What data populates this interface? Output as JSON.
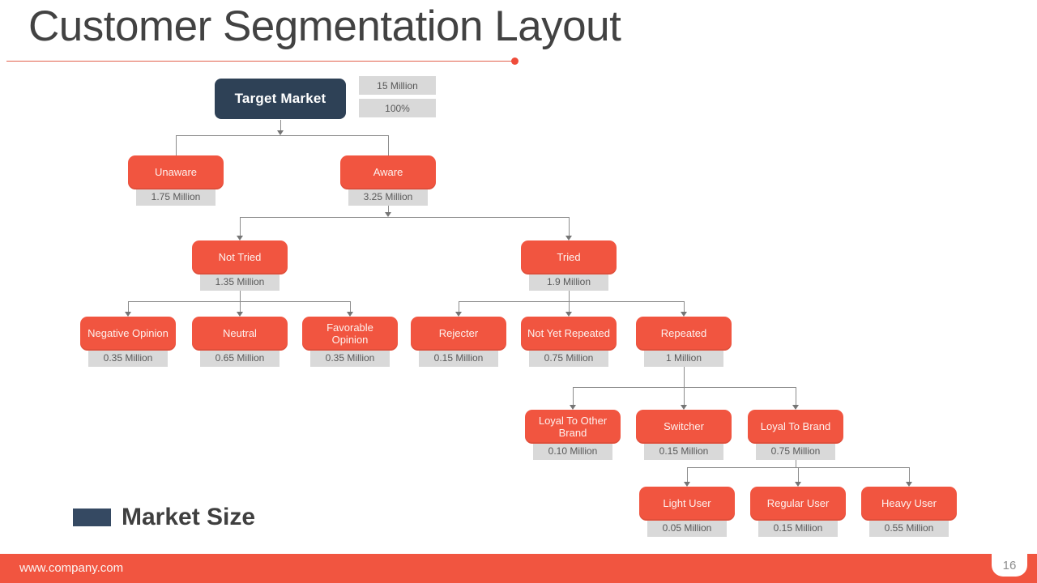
{
  "title": "Customer Segmentation Layout",
  "legend": {
    "label": "Market Size"
  },
  "footer": {
    "url": "www.company.com",
    "page": "16"
  },
  "root_stats": {
    "value": "15 Million",
    "percent": "100%"
  },
  "nodes": {
    "target_market": {
      "label": "Target Market"
    },
    "unaware": {
      "label": "Unaware",
      "value": "1.75 Million"
    },
    "aware": {
      "label": "Aware",
      "value": "3.25 Million"
    },
    "not_tried": {
      "label": "Not Tried",
      "value": "1.35 Million"
    },
    "tried": {
      "label": "Tried",
      "value": "1.9 Million"
    },
    "negative_opinion": {
      "label": "Negative Opinion",
      "value": "0.35 Million"
    },
    "neutral": {
      "label": "Neutral",
      "value": "0.65 Million"
    },
    "favorable_opinion": {
      "label": "Favorable Opinion",
      "value": "0.35 Million"
    },
    "rejecter": {
      "label": "Rejecter",
      "value": "0.15 Million"
    },
    "not_yet_repeated": {
      "label": "Not Yet Repeated",
      "value": "0.75 Million"
    },
    "repeated": {
      "label": "Repeated",
      "value": "1 Million"
    },
    "loyal_to_other_brand": {
      "label": "Loyal To Other Brand",
      "value": "0.10 Million"
    },
    "switcher": {
      "label": "Switcher",
      "value": "0.15 Million"
    },
    "loyal_to_brand": {
      "label": "Loyal To Brand",
      "value": "0.75 Million"
    },
    "light_user": {
      "label": "Light User",
      "value": "0.05 Million"
    },
    "regular_user": {
      "label": "Regular User",
      "value": "0.15 Million"
    },
    "heavy_user": {
      "label": "Heavy User",
      "value": "0.55 Million"
    }
  },
  "hierarchy": {
    "target_market": [
      "unaware",
      "aware"
    ],
    "aware": [
      "not_tried",
      "tried"
    ],
    "not_tried": [
      "negative_opinion",
      "neutral",
      "favorable_opinion"
    ],
    "tried": [
      "rejecter",
      "not_yet_repeated",
      "repeated"
    ],
    "repeated": [
      "loyal_to_other_brand",
      "switcher",
      "loyal_to_brand"
    ],
    "loyal_to_brand": [
      "light_user",
      "regular_user",
      "heavy_user"
    ]
  },
  "colors": {
    "accent_orange": "#f15540",
    "navy": "#2e4156",
    "legend_navy": "#354962",
    "tag_background": "#d9d9d9",
    "tag_text": "#595959",
    "connector_gray": "#8c8c8c",
    "title_text": "#424242"
  }
}
